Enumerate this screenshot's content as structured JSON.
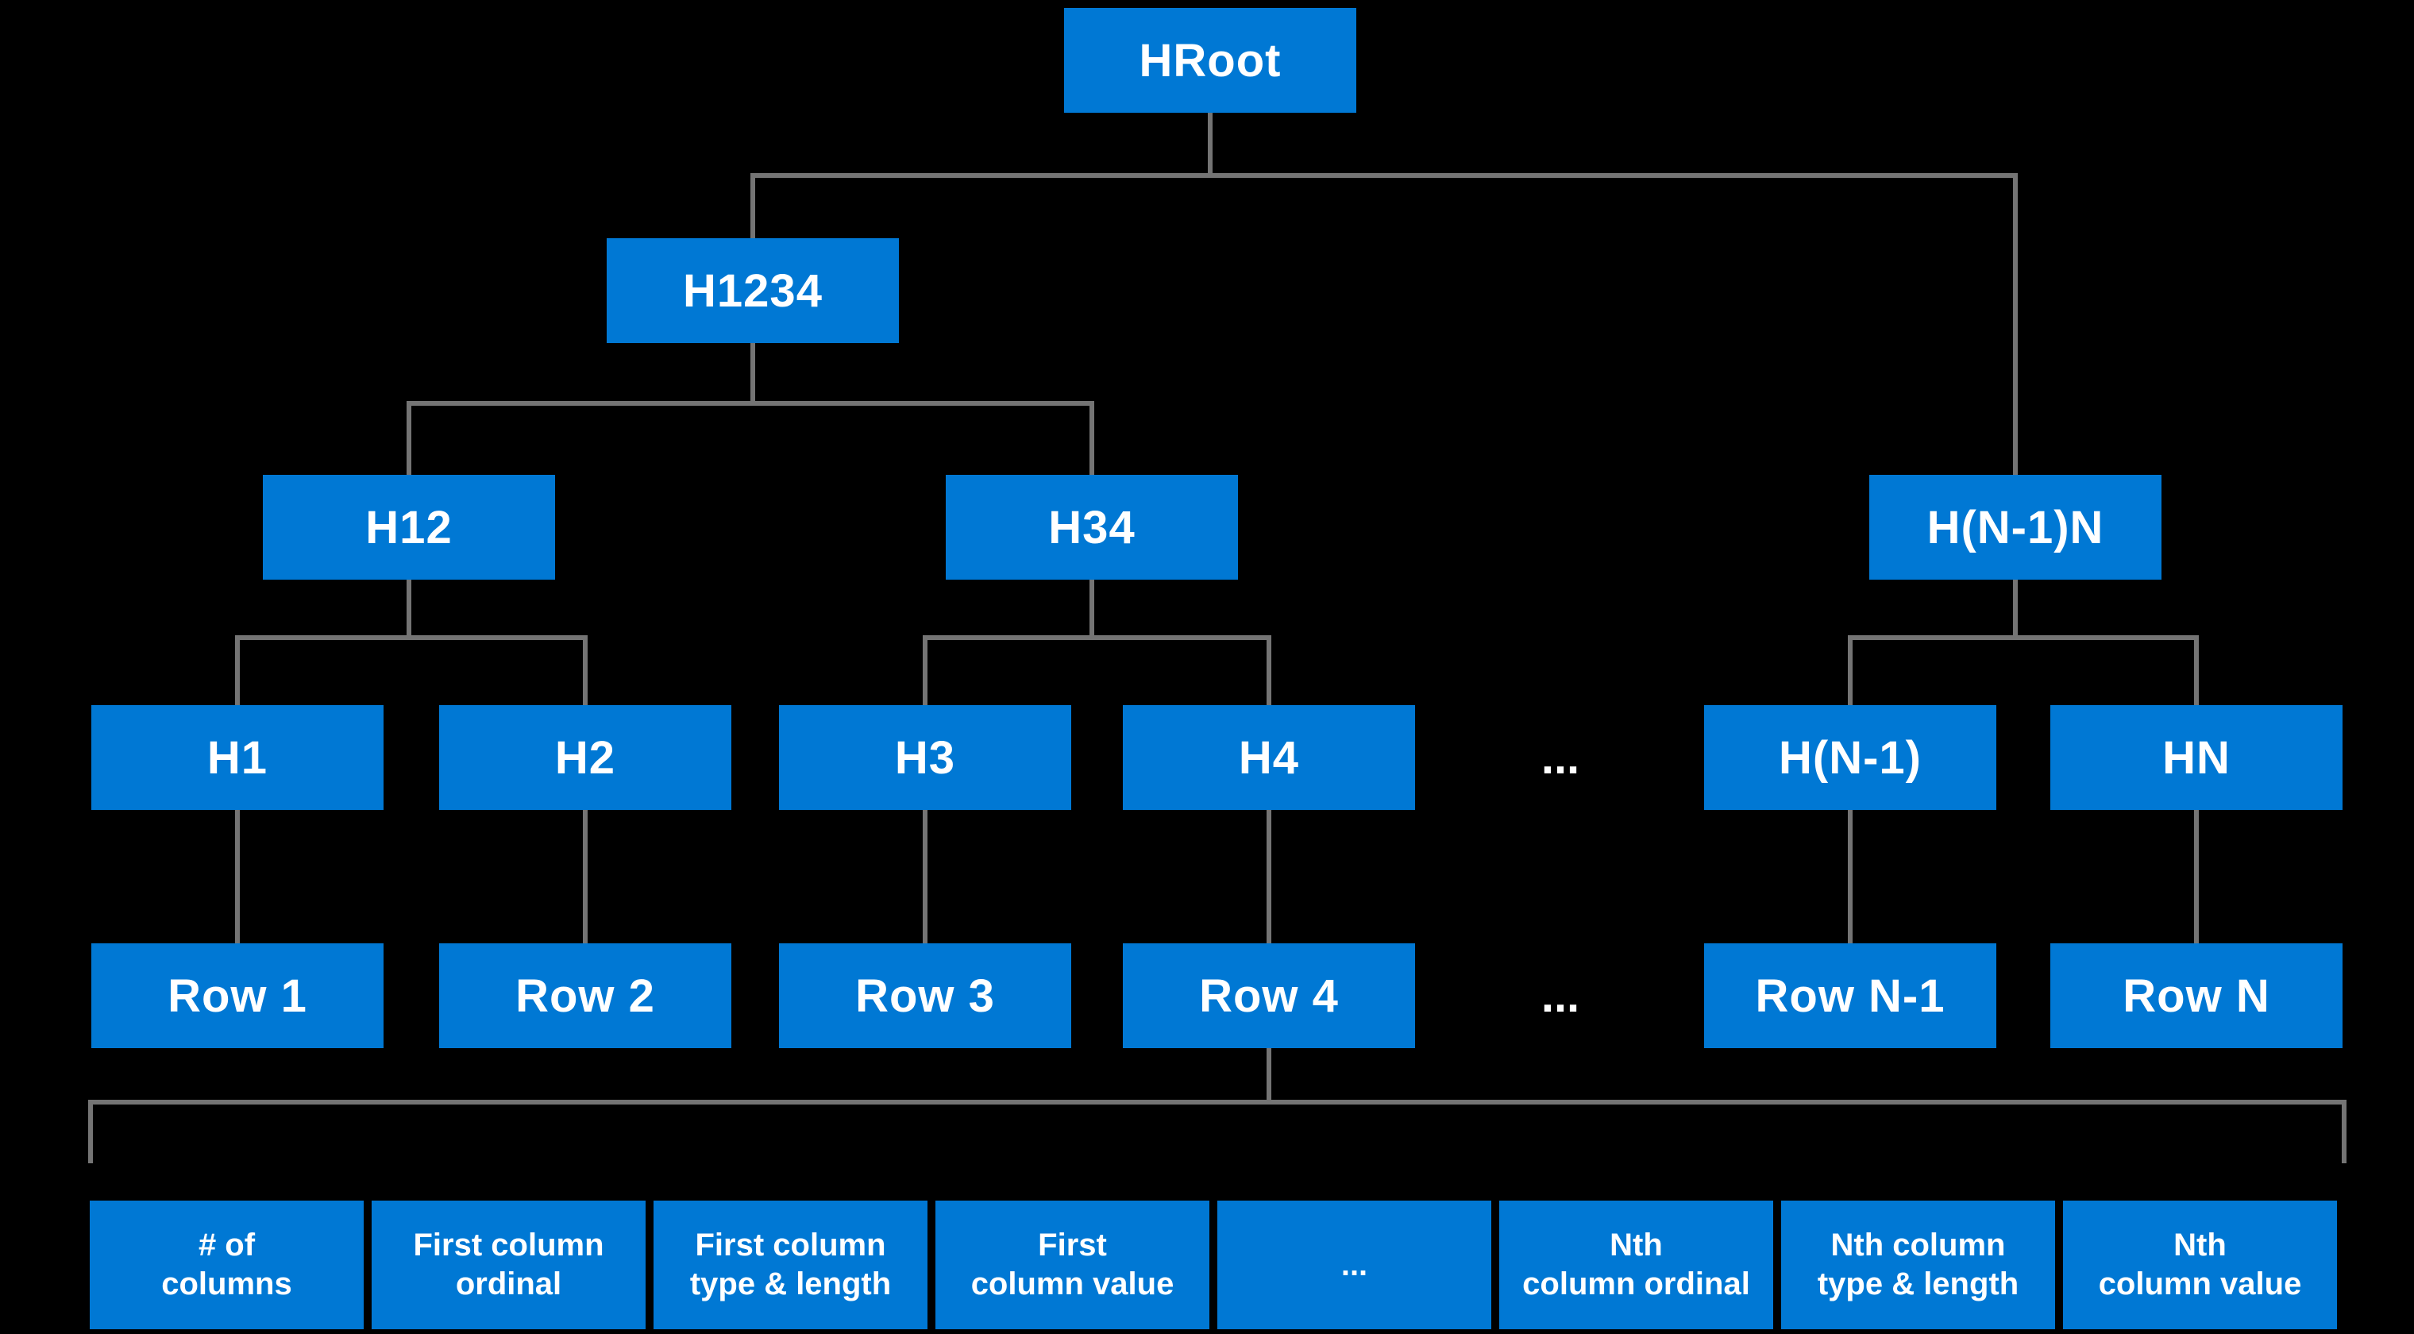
{
  "colors": {
    "background": "#000000",
    "node_fill": "#0078D4",
    "node_text": "#FFFFFF",
    "connector": "#747474"
  },
  "tree": {
    "root": {
      "label": "HRoot"
    },
    "l2": {
      "label": "H1234"
    },
    "l3": [
      {
        "label": "H12"
      },
      {
        "label": "H34"
      },
      {
        "label": "H(N-1)N"
      }
    ],
    "l4": [
      {
        "label": "H1"
      },
      {
        "label": "H2"
      },
      {
        "label": "H3"
      },
      {
        "label": "H4"
      },
      {
        "label": "..."
      },
      {
        "label": "H(N-1)"
      },
      {
        "label": "HN"
      }
    ],
    "l5": [
      {
        "label": "Row 1"
      },
      {
        "label": "Row 2"
      },
      {
        "label": "Row 3"
      },
      {
        "label": "Row 4"
      },
      {
        "label": "..."
      },
      {
        "label": "Row N-1"
      },
      {
        "label": "Row N"
      }
    ]
  },
  "fields": [
    {
      "line1": "# of",
      "line2": "columns"
    },
    {
      "line1": "First column",
      "line2": "ordinal"
    },
    {
      "line1": "First column",
      "line2": "type & length"
    },
    {
      "line1": "First",
      "line2": "column value"
    },
    {
      "line1": "...",
      "line2": ""
    },
    {
      "line1": "Nth",
      "line2": "column ordinal"
    },
    {
      "line1": "Nth column",
      "line2": "type & length"
    },
    {
      "line1": "Nth",
      "line2": "column value"
    }
  ]
}
